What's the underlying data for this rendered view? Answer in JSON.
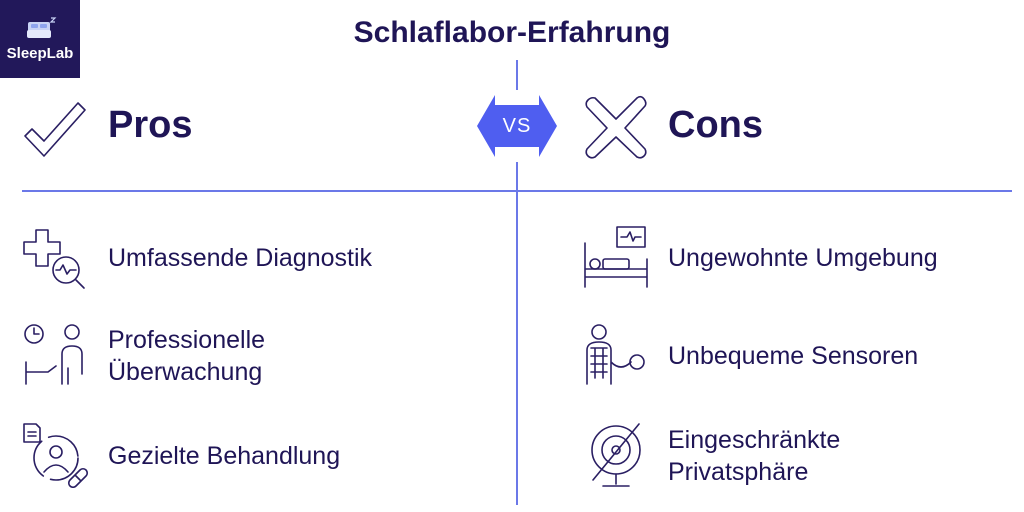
{
  "logo": {
    "text": "SleepLab"
  },
  "title": "Schlaflabor-Erfahrung",
  "vs": "VS",
  "pros": {
    "heading": "Pros",
    "items": [
      {
        "line1": "Umfassende Diagnostik",
        "line2": ""
      },
      {
        "line1": "Professionelle",
        "line2": "Überwachung"
      },
      {
        "line1": "Gezielte Behandlung",
        "line2": ""
      }
    ]
  },
  "cons": {
    "heading": "Cons",
    "items": [
      {
        "line1": "Ungewohnte Umgebung",
        "line2": ""
      },
      {
        "line1": "Unbequeme Sensoren",
        "line2": ""
      },
      {
        "line1": "Eingeschränkte",
        "line2": "Privatsphäre"
      }
    ]
  },
  "colors": {
    "navy": "#22185a",
    "accent": "#4f5ef0",
    "line": "#6b78e8"
  }
}
